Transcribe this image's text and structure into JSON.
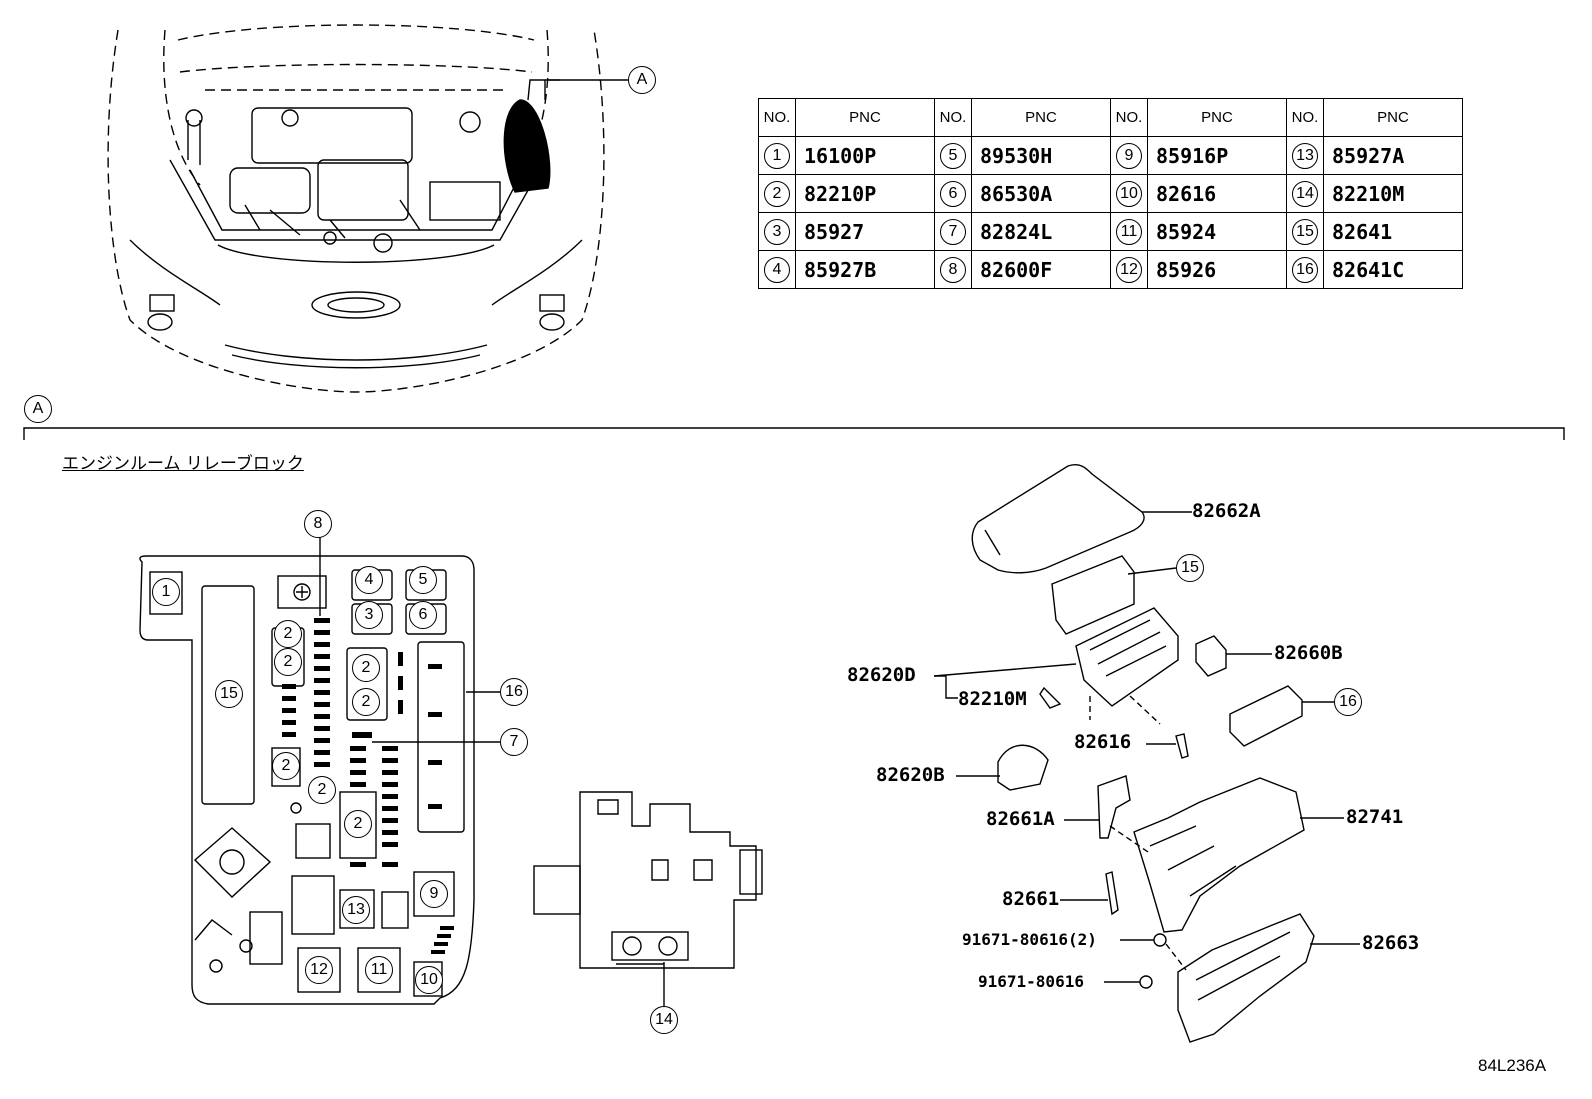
{
  "table": {
    "header_no": "NO.",
    "header_pnc": "PNC",
    "rows": [
      [
        {
          "no": "1",
          "pnc": "16100P"
        },
        {
          "no": "5",
          "pnc": "89530H"
        },
        {
          "no": "9",
          "pnc": "85916P"
        },
        {
          "no": "13",
          "pnc": "85927A"
        }
      ],
      [
        {
          "no": "2",
          "pnc": "82210P"
        },
        {
          "no": "6",
          "pnc": "86530A"
        },
        {
          "no": "10",
          "pnc": "82616"
        },
        {
          "no": "14",
          "pnc": "82210M"
        }
      ],
      [
        {
          "no": "3",
          "pnc": "85927"
        },
        {
          "no": "7",
          "pnc": "82824L"
        },
        {
          "no": "11",
          "pnc": "85924"
        },
        {
          "no": "15",
          "pnc": "82641"
        }
      ],
      [
        {
          "no": "4",
          "pnc": "85927B"
        },
        {
          "no": "8",
          "pnc": "82600F"
        },
        {
          "no": "12",
          "pnc": "85926"
        },
        {
          "no": "16",
          "pnc": "82641C"
        }
      ]
    ]
  },
  "section_marker": "A",
  "section_title": "エンジンルーム リレーブロック",
  "relay_block_callouts": {
    "c1": "1",
    "c2": "2",
    "c3": "3",
    "c4": "4",
    "c5": "5",
    "c6": "6",
    "c7": "7",
    "c8": "8",
    "c9": "9",
    "c10": "10",
    "c11": "11",
    "c12": "12",
    "c13": "13",
    "c14": "14",
    "c15": "15",
    "c16": "16"
  },
  "exploded_labels": {
    "cover_upper": "82662A",
    "block_assy": "82620D",
    "fusible_link": "82210M",
    "relay_b": "82660B",
    "fuse": "82616",
    "connector_b": "82620B",
    "bracket_a": "82661A",
    "bracket": "82661",
    "case": "82741",
    "bolt_a": "91671-80616(2)",
    "bolt_b": "91671-80616",
    "cover_lower": "82663",
    "callout_15": "15",
    "callout_16": "16"
  },
  "figure_id": "84L236A"
}
